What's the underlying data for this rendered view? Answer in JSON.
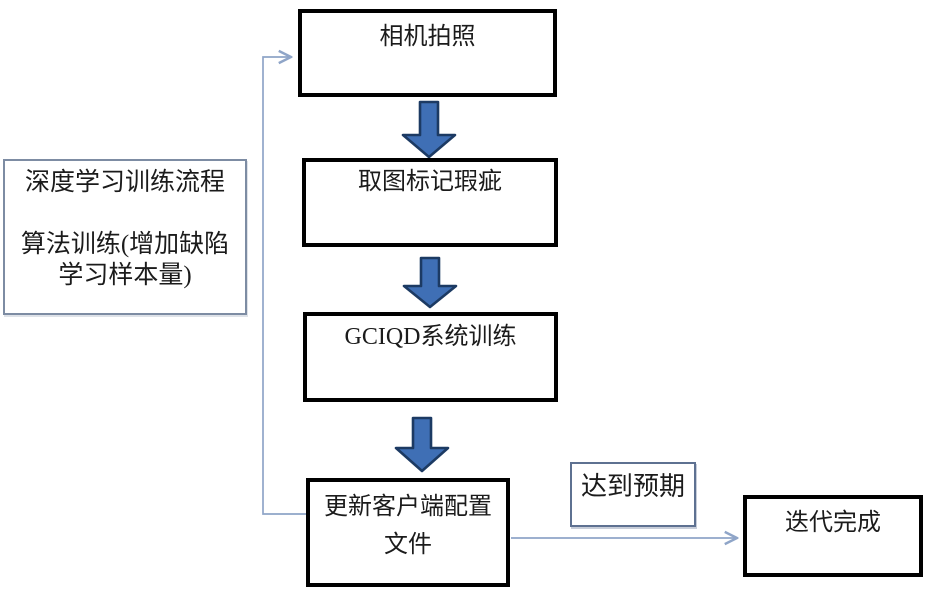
{
  "diagram": {
    "nodes": {
      "camera": {
        "label": "相机拍照"
      },
      "mark_defects": {
        "label": "取图标记瑕疵"
      },
      "system_training": {
        "label": "GCIQD系统训练"
      },
      "update_config": {
        "line1": "更新客户端配置",
        "line2": "文件"
      },
      "iteration_done": {
        "label": "迭代完成"
      }
    },
    "side_note": {
      "title": "深度学习训练流程",
      "body_line1": "算法训练(增加缺陷",
      "body_line2": "学习样本量)"
    },
    "edge_label": {
      "label": "达到预期"
    },
    "colors": {
      "flow_box_border": "#000000",
      "note_box_border": "#7d8ca3",
      "label_box_border": "#5e7191",
      "connector_line": "#8fa5c8",
      "block_arrow_fill": "#3f6fb5",
      "block_arrow_stroke": "#1c3a63",
      "text": "#1b1b1b",
      "background": "#ffffff"
    }
  }
}
